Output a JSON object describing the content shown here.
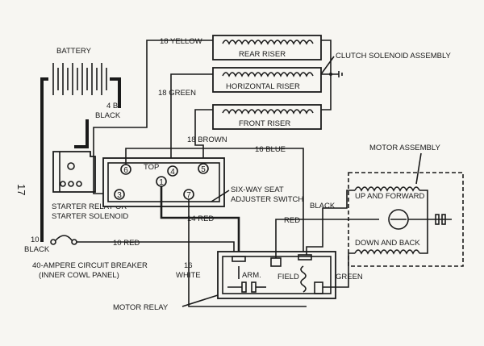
{
  "page_number": "17",
  "components": {
    "battery": "BATTERY",
    "rear_riser": "REAR RISER",
    "horizontal_riser": "HORIZONTAL RISER",
    "front_riser": "FRONT RISER",
    "clutch_solenoid": "CLUTCH SOLENOID ASSEMBLY",
    "motor_assembly": "MOTOR ASSEMBLY",
    "up_forward": "UP AND FORWARD",
    "down_back": "DOWN AND BACK",
    "switch_top": "TOP",
    "switch_label_1": "SIX-WAY SEAT",
    "switch_label_2": "ADJUSTER SWITCH",
    "starter_1": "STARTER RELAY OR",
    "starter_2": "STARTER SOLENOID",
    "breaker_1": "40-AMPERE CIRCUIT BREAKER",
    "breaker_2": "(INNER COWL PANEL)",
    "motor_relay": "MOTOR RELAY",
    "arm": "ARM.",
    "field": "FIELD"
  },
  "wires": {
    "yellow": "18 YELLOW",
    "green18": "18 GREEN",
    "brown": "18 BROWN",
    "blue": "16 BLUE",
    "red14": "14 RED",
    "red": "RED",
    "black": "BLACK",
    "black4b_1": "4 B",
    "black4b_2": "BLACK",
    "white_1": "16",
    "white_2": "WHITE",
    "black10_1": "10",
    "black10_2": "BLACK",
    "red10": "10 RED",
    "green": "GREEN"
  },
  "switch_pins": [
    "6",
    "4",
    "5",
    "3",
    "1",
    "7"
  ]
}
